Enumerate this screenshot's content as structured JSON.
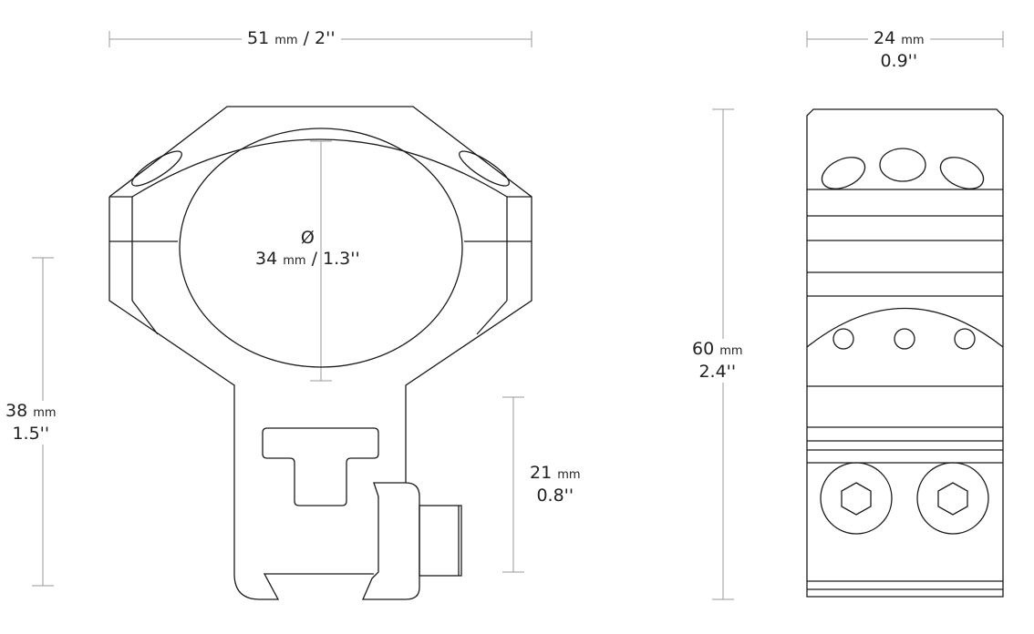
{
  "dimensions": {
    "width": {
      "value": "51",
      "unit": "mm",
      "imperial": "/ 2''"
    },
    "side_width": {
      "value": "24",
      "unit": "mm",
      "imperial": "0.9''"
    },
    "diameter": {
      "symbol": "Ø",
      "value": "34",
      "unit": "mm",
      "imperial": "/ 1.3''"
    },
    "height_total": {
      "value": "38",
      "unit": "mm",
      "imperial": "1.5''"
    },
    "height_base": {
      "value": "21",
      "unit": "mm",
      "imperial": "0.8''"
    },
    "length": {
      "value": "60",
      "unit": "mm",
      "imperial": "2.4''"
    }
  },
  "colors": {
    "outline": "#1a1a1a",
    "dimension_line": "#9a9a9a"
  }
}
